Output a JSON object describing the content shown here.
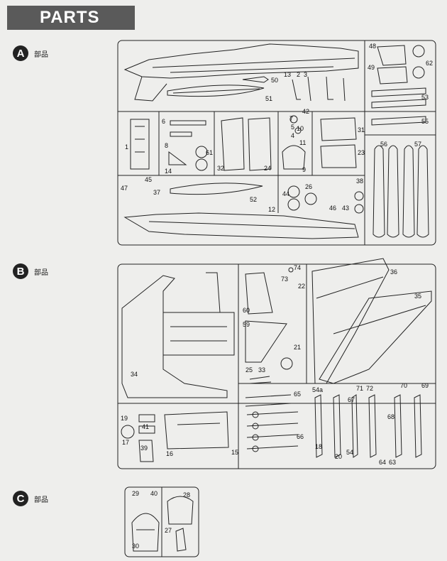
{
  "header": {
    "title": "PARTS"
  },
  "sections": [
    {
      "letter": "A",
      "label": "部品"
    },
    {
      "letter": "B",
      "label": "部品"
    },
    {
      "letter": "C",
      "label": "部品"
    }
  ],
  "sprue_a": {
    "part_numbers": [
      "1",
      "2",
      "3",
      "4",
      "5",
      "6",
      "7",
      "8",
      "9",
      "10",
      "11",
      "12",
      "13",
      "14",
      "23",
      "24",
      "26",
      "31",
      "32",
      "37",
      "38",
      "42",
      "43",
      "44",
      "45",
      "46",
      "47",
      "48",
      "49",
      "50",
      "51",
      "52",
      "53",
      "55",
      "56",
      "57",
      "61",
      "62"
    ]
  },
  "sprue_b": {
    "part_numbers": [
      "15",
      "16",
      "17",
      "18",
      "19",
      "20",
      "21",
      "22",
      "25",
      "33",
      "34",
      "35",
      "36",
      "39",
      "41",
      "54a",
      "54",
      "59",
      "60",
      "63",
      "64",
      "65",
      "66",
      "67",
      "68",
      "69",
      "70",
      "71",
      "72",
      "73",
      "74"
    ]
  },
  "sprue_c": {
    "part_numbers": [
      "27",
      "28",
      "29",
      "30",
      "40"
    ]
  }
}
